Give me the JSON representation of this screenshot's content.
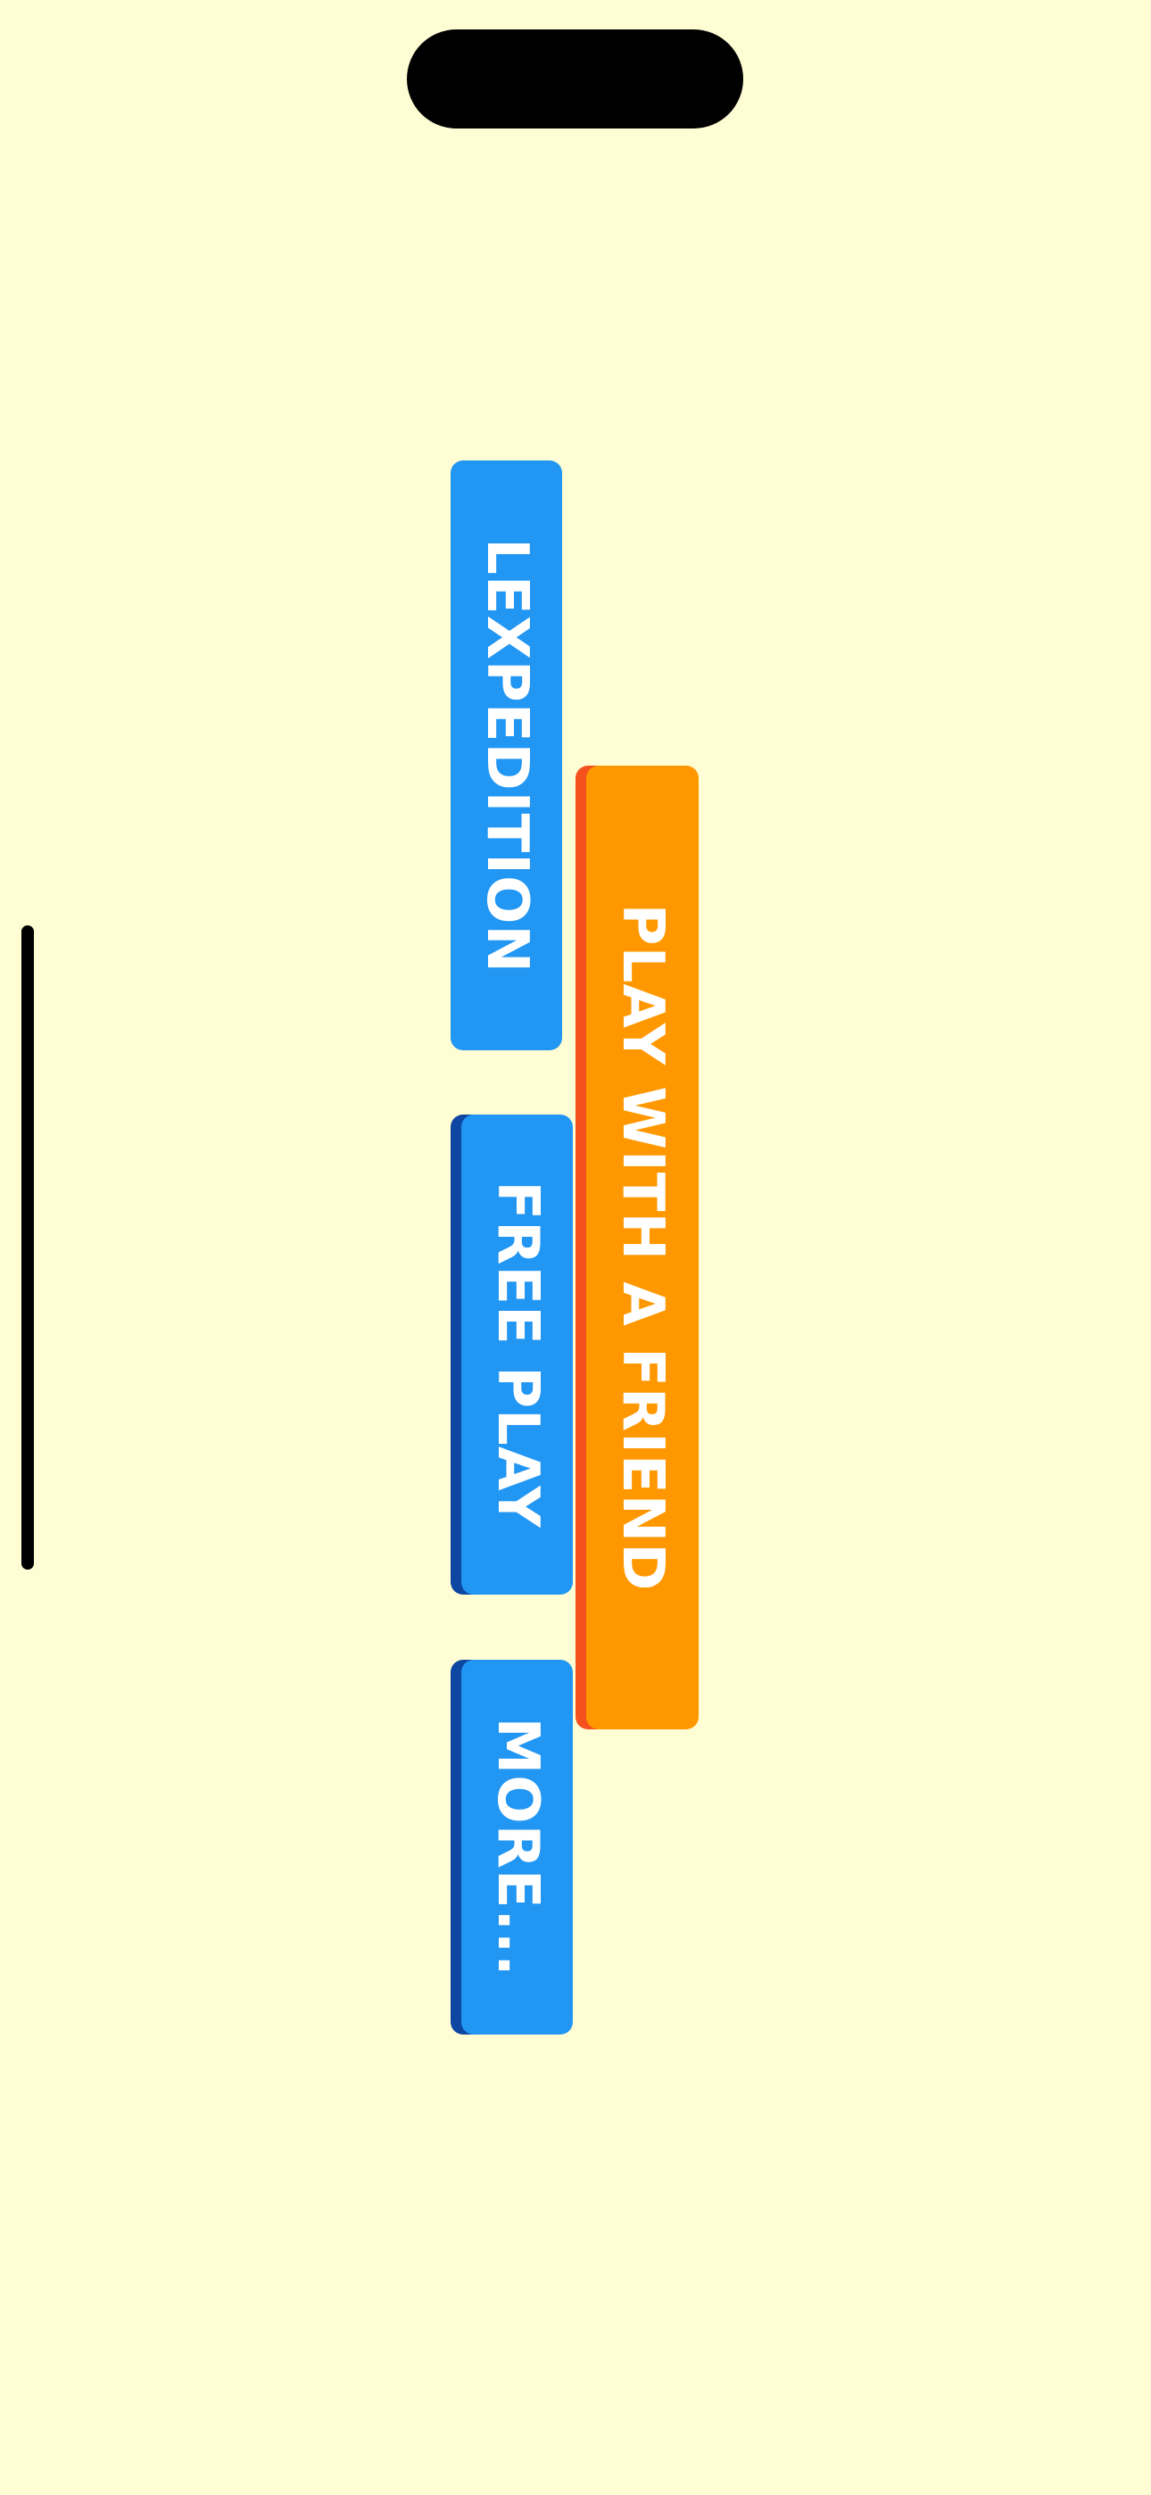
{
  "menu": {
    "buttons": [
      {
        "label": "LEXPEDITION",
        "color": "#2196F3"
      },
      {
        "label": "PLAY WITH A FRIEND",
        "color": "#FF9800"
      },
      {
        "label": "FREE PLAY",
        "color": "#2196F3"
      },
      {
        "label": "MORE...",
        "color": "#2196F3"
      }
    ]
  },
  "colors": {
    "background": "#FFFDD4",
    "primary_blue": "#2196F3",
    "blue_shadow": "#0D47A1",
    "accent_orange": "#FF9800",
    "orange_shadow": "#F4511E",
    "label_text": "#FFFFFF"
  }
}
